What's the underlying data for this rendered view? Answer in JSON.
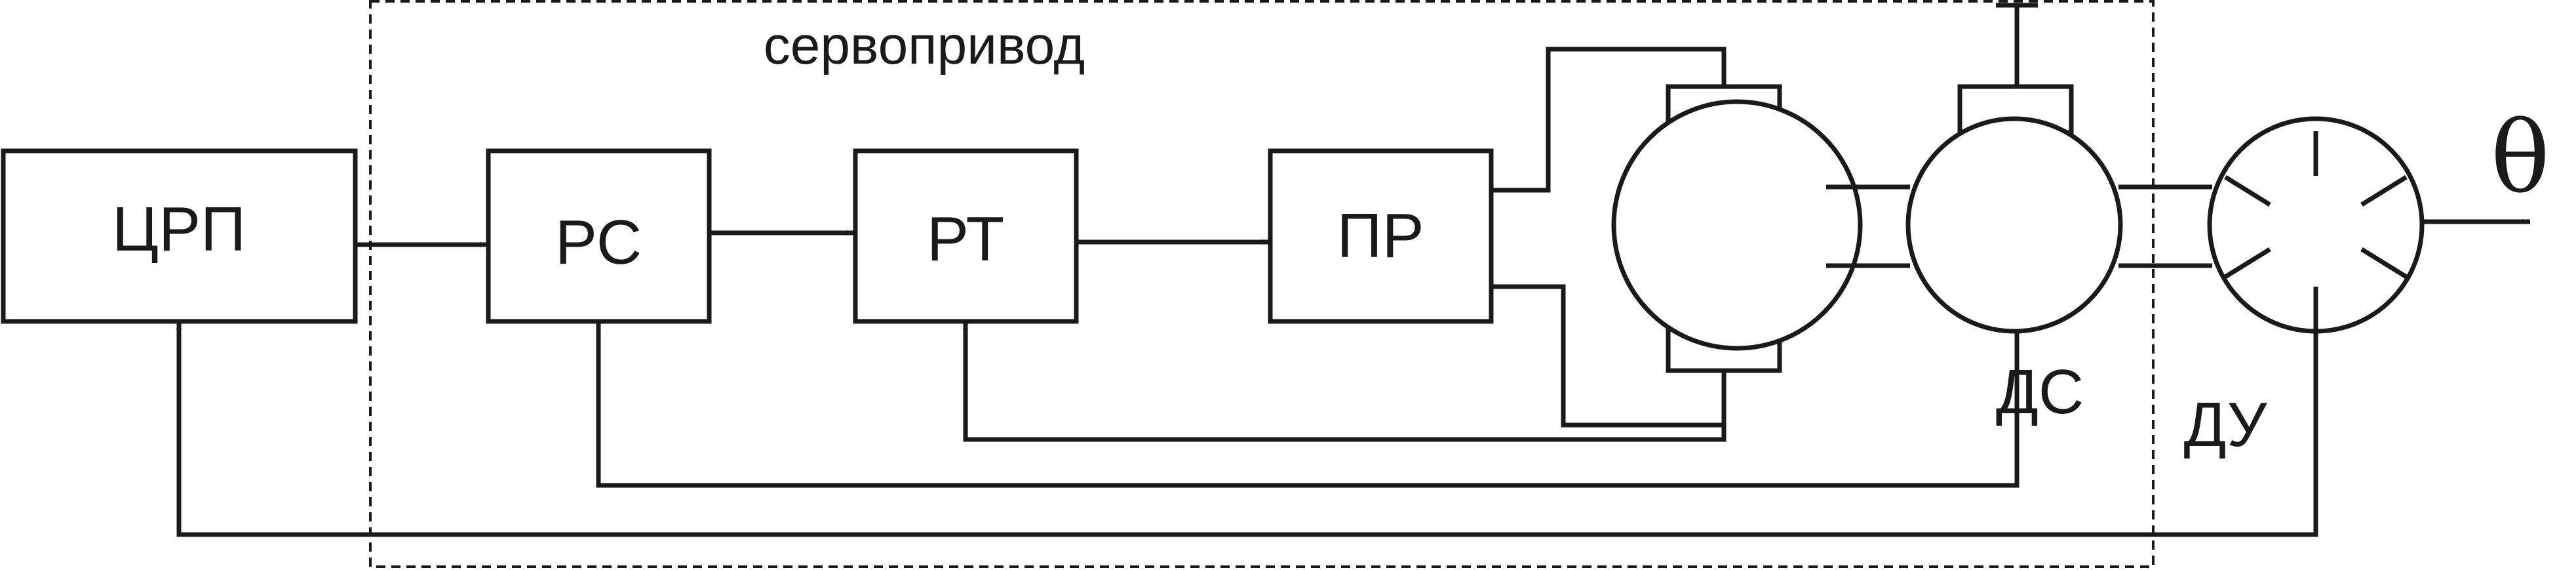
{
  "frame_label": "сервопривод",
  "blocks": {
    "crp": "ЦРП",
    "rs": "РС",
    "rt": "РТ",
    "pr": "ПР"
  },
  "labels": {
    "ds": "ДС",
    "du": "ДУ",
    "output": "θ"
  }
}
